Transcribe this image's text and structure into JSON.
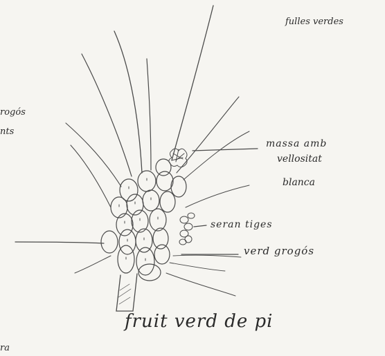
{
  "labels": {
    "top_right": "fulles verdes",
    "massa_line1": "massa amb",
    "massa_line2": "vellositat",
    "massa_line3": "blanca",
    "seran_tiges": "seran tiges",
    "verd_grogos": "verd grogós",
    "caption": "fruit verd de pi",
    "left_cut_1": "rogós",
    "left_cut_2": "nts",
    "bottom_left_cut": "ra"
  },
  "colors": {
    "paper": "#f6f5f1",
    "ink": "#2a2a2a",
    "pencil": "#4a4a4a"
  }
}
